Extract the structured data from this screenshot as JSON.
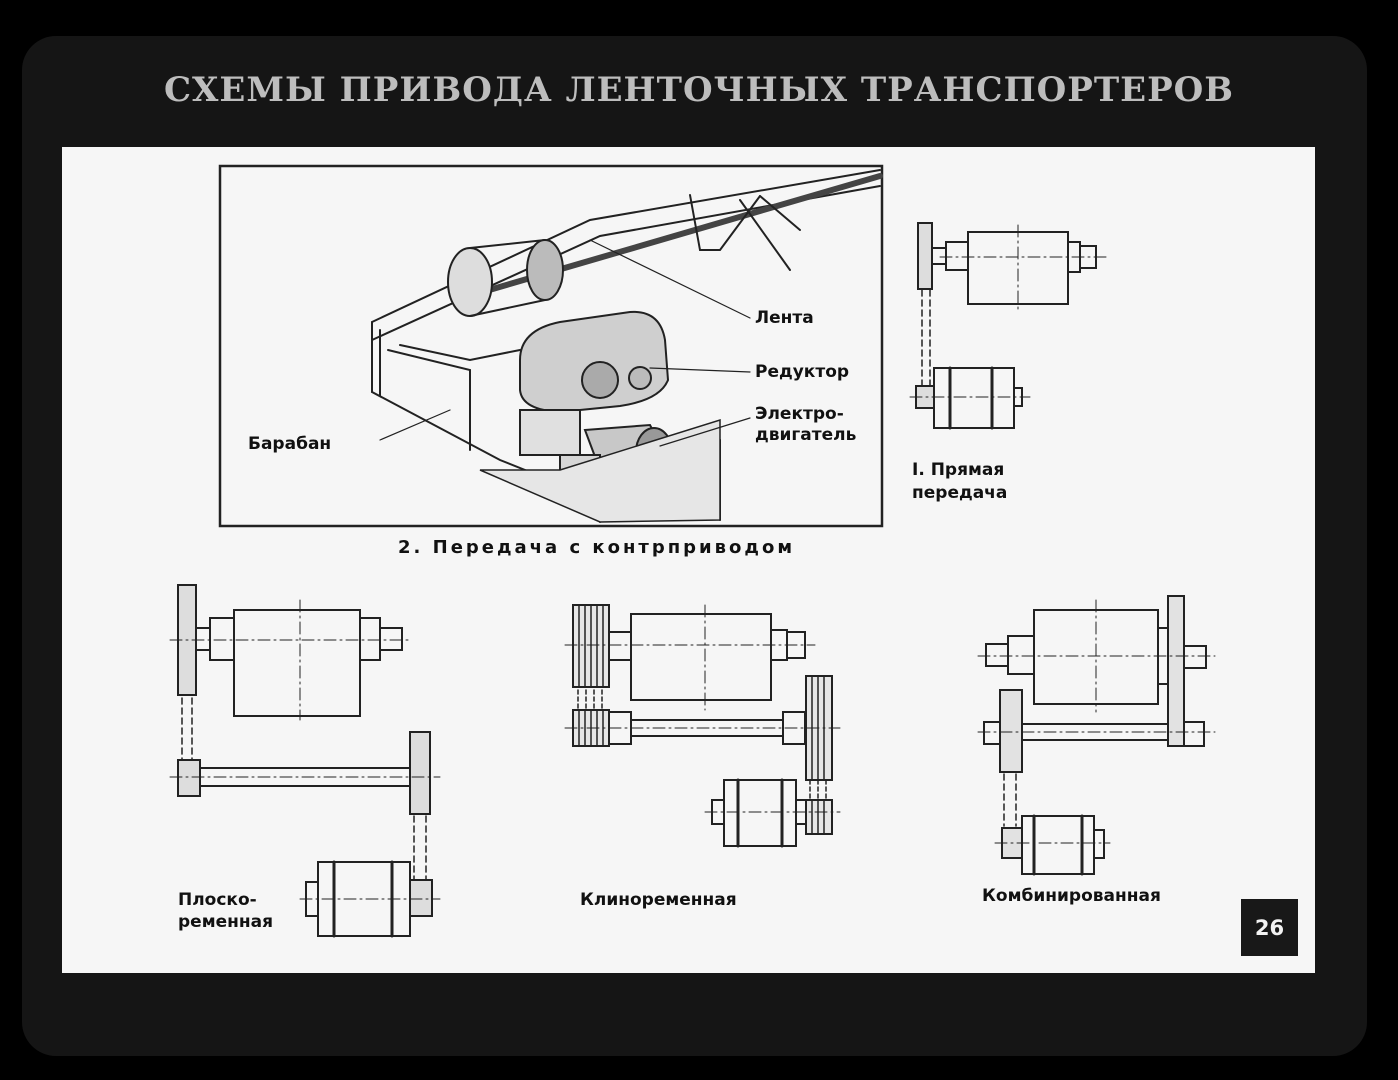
{
  "title": "СХЕМЫ ПРИВОДА ЛЕНТОЧНЫХ ТРАНСПОРТЕРОВ",
  "main_figure": {
    "caption": "2. Передача с контрприводом",
    "labels": {
      "belt": "Лента",
      "reducer": "Редуктор",
      "motor_line1": "Электро-",
      "motor_line2": "двигатель",
      "drum": "Барабан"
    }
  },
  "direct_drive": {
    "line1": "I. Прямая",
    "line2": "передача"
  },
  "schemes": {
    "flat_belt_line1": "Плоско-",
    "flat_belt_line2": "ременная",
    "v_belt": "Клиноременная",
    "combined": "Комбинированная"
  },
  "page_number": "26"
}
